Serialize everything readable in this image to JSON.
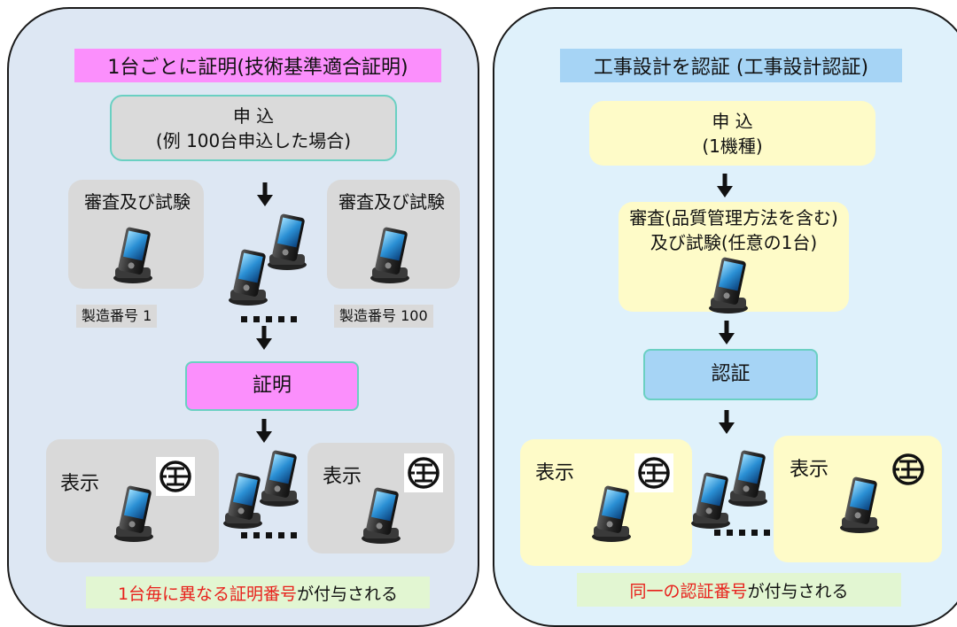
{
  "left": {
    "title": "1台ごとに証明(技術基準適合証明)",
    "apply_line1": "申 込",
    "apply_line2": "(例 100台申込した場合)",
    "review_label_1": "審査及び試験",
    "review_label_2": "審査及び試験",
    "serial_1": "製造番号 1",
    "serial_100": "製造番号 100",
    "certify": "証明",
    "display_label_1": "表示",
    "display_label_2": "表示",
    "footer_red": "1台毎に異なる証明番号",
    "footer_black": "が付与される"
  },
  "right": {
    "title": "工事設計を認証 (工事設計認証)",
    "apply_line1": "申 込",
    "apply_line2": "(1機種)",
    "review_line1": "審査(品質管理方法を含む)",
    "review_line2": "及び試験(任意の1台)",
    "certify": "認証",
    "display_label_1": "表示",
    "display_label_2": "表示",
    "footer_red": "同一の認証番号",
    "footer_black": "が付与される"
  },
  "colors": {
    "left_panel": "#dde7f3",
    "right_panel": "#dff1fb",
    "magenta": "#fb8ffc",
    "blue": "#a6d4f5",
    "yellow": "#fefbc8",
    "gray": "#d9d9d9",
    "green": "#e2f6d2",
    "red_text": "#e8201b",
    "teal_border": "#6ad0c2"
  },
  "icons": [
    "pda-device-icon",
    "giteki-mark-icon",
    "down-arrow-icon"
  ]
}
